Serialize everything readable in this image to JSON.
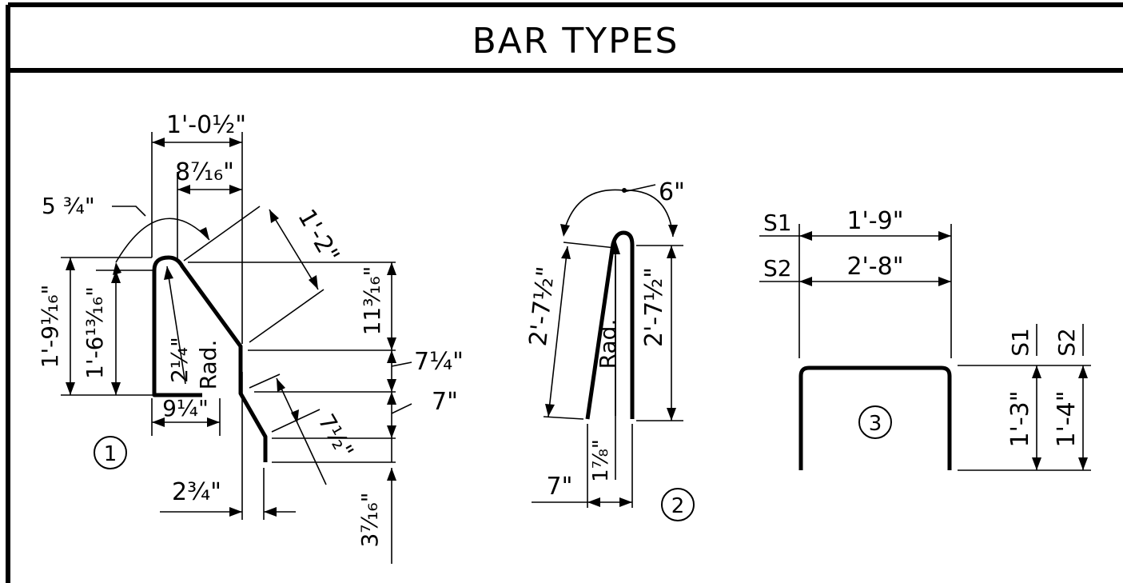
{
  "title": "BAR TYPES",
  "bars": [
    {
      "id": "1",
      "label": "1",
      "dims": {
        "overall_width": "1'-0½\"",
        "inner_width": "8⁷⁄₁₆\"",
        "bend_angle": "5  ¾\"",
        "diag_length": "1'-2\"",
        "leg_outer": "1'-9¹⁄₁₆\"",
        "leg_inner": "1'-6¹³⁄₁₆\"",
        "radius": "2¼\"",
        "radius_note": "Rad.",
        "seg_upper": "11³⁄₁₆\"",
        "seg_mid": "7¼\"",
        "seg_low": "7\"",
        "foot": "9¼\"",
        "tail_diag": "7½\"",
        "offset": "2¾\"",
        "tail": "3⁷⁄₁₆\""
      }
    },
    {
      "id": "2",
      "label": "2",
      "dims": {
        "bend_dia": "6\"",
        "left_leg": "2'-7½\"",
        "right_leg": "2'-7½\"",
        "radius": "1⅞\"",
        "radius_note": "Rad.",
        "spacing": "7\""
      }
    },
    {
      "id": "3",
      "label": "3",
      "table": {
        "width_rows": [
          {
            "series": "S1",
            "value": "1'-9\""
          },
          {
            "series": "S2",
            "value": "2'-8\""
          }
        ],
        "height_cols": [
          {
            "series": "S1",
            "value": "1'-3\""
          },
          {
            "series": "S2",
            "value": "1'-4\""
          }
        ]
      }
    }
  ]
}
